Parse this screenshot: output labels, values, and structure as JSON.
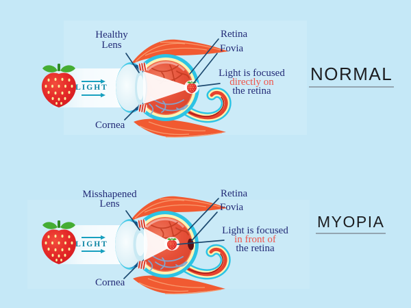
{
  "background": "#c5e8f7",
  "panels": [
    {
      "title": "NORMAL",
      "lens_label": "Healthy\nLens",
      "cornea_label": "Cornea",
      "retina_label": "Retina",
      "fovia_label": "Fovia",
      "light_label": "LIGHT",
      "focus_caption": {
        "line1": "Light is focused",
        "line2": "directly on",
        "line3": "the retina"
      }
    },
    {
      "title": "MYOPIA",
      "lens_label": "Misshapened\nLens",
      "cornea_label": "Cornea",
      "retina_label": "Retina",
      "fovia_label": "Fovia",
      "light_label": "LIGHT",
      "focus_caption": {
        "line1": "Light is focused",
        "line2": "in front of",
        "line3": "the retina"
      }
    }
  ],
  "colors": {
    "label_text": "#222a76",
    "highlight_text": "#f0544a",
    "title_text": "#1c1d20",
    "light_text": "#0d85a3",
    "leader_line": "#1d4a70",
    "sclera_ring": "#2cc3e4",
    "inner_ring": "#faf3b5",
    "eye_interior": "#e65038",
    "muscle": "#f15a31",
    "strawberry": "#dc1f24"
  }
}
